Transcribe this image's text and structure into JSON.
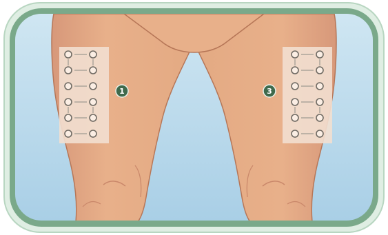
{
  "illustration": {
    "subject": "thighs-injection-rotation-sites",
    "colors": {
      "frame_outer": "#7aa98a",
      "frame_inner_light": "#dfeee3",
      "sky_blue": "#a9cfe6",
      "sky_blue_light": "#cfe6f2",
      "skin": "#e8b08a",
      "skin_shadow": "#d39670",
      "skin_line": "#b67657",
      "site_panel": "#f2dfd0",
      "site_dot_fill": "#fbeee4",
      "site_dot_stroke": "#6f6a63",
      "badge_fill": "#3f6a4c",
      "badge_text": "#ffffff"
    },
    "zones": [
      {
        "label": "1",
        "side": "left",
        "rows": 6
      },
      {
        "label": "3",
        "side": "right",
        "rows": 6
      }
    ]
  }
}
